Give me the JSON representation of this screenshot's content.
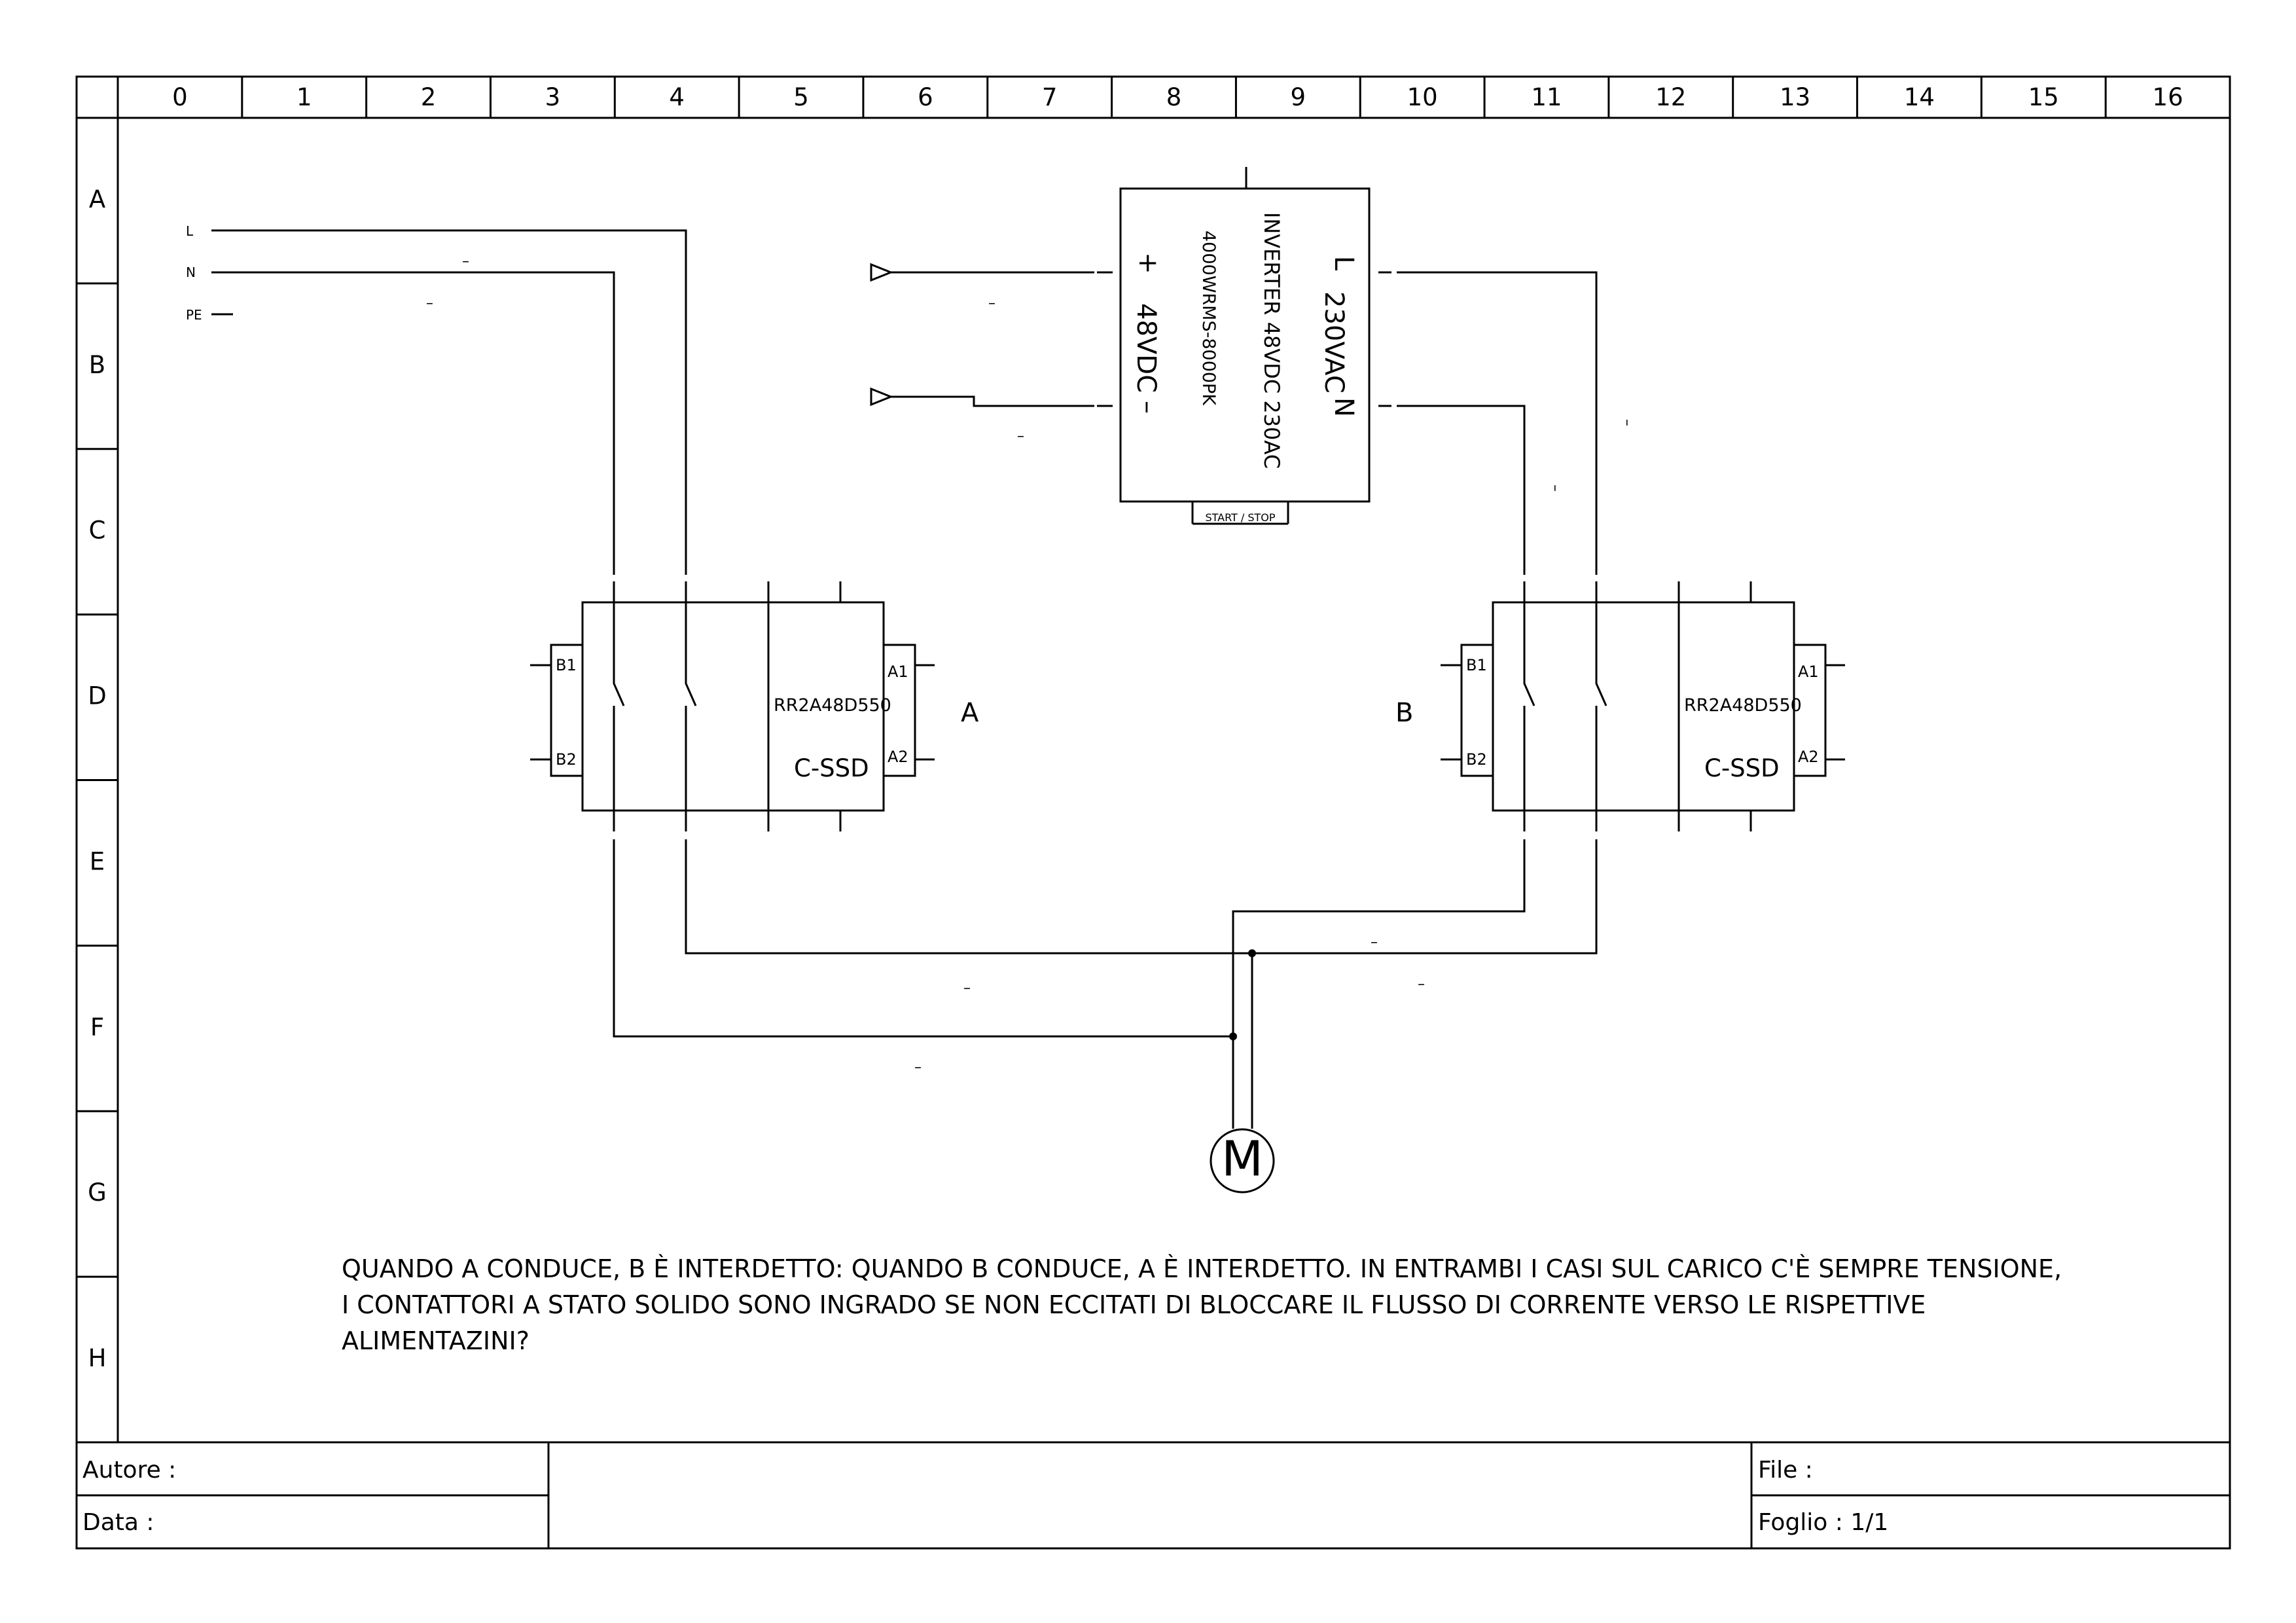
{
  "sheet": {
    "columns": [
      "0",
      "1",
      "2",
      "3",
      "4",
      "5",
      "6",
      "7",
      "8",
      "9",
      "10",
      "11",
      "12",
      "13",
      "14",
      "15",
      "16"
    ],
    "rows": [
      "A",
      "B",
      "C",
      "D",
      "E",
      "F",
      "G",
      "H"
    ]
  },
  "mains": {
    "labels": [
      "L",
      "N",
      "PE"
    ]
  },
  "inverter": {
    "model_line": "4000WRMS-8000PK",
    "title_line": "INVERTER 48VDC 230AC",
    "dc_plus": "+",
    "dc_minus": "–",
    "dc_label": "48VDC",
    "ac_l": "L",
    "ac_n": "N",
    "ac_label": "230VAC",
    "start_stop": "START / STOP"
  },
  "ssr_a": {
    "model": "RR2A48D550",
    "name": "C-SSD",
    "tag": "A",
    "b1": "B1",
    "b2": "B2",
    "a1": "A1",
    "a2": "A2"
  },
  "ssr_b": {
    "model": "RR2A48D550",
    "name": "C-SSD",
    "tag": "B",
    "b1": "B1",
    "b2": "B2",
    "a1": "A1",
    "a2": "A2"
  },
  "motor": {
    "label": "M"
  },
  "wire_mark": "–",
  "wire_mark_v": "–",
  "note": {
    "line1": "QUANDO A CONDUCE, B È INTERDETTO: QUANDO B CONDUCE, A È INTERDETTO. IN ENTRAMBI I CASI SUL CARICO C'È SEMPRE TENSIONE,",
    "line2": "I CONTATTORI A STATO SOLIDO SONO INGRADO SE NON ECCITATI DI BLOCCARE IL FLUSSO DI CORRENTE VERSO LE RISPETTIVE",
    "line3": "ALIMENTAZINI?"
  },
  "title_block": {
    "author": "Autore :",
    "date": "Data :",
    "file": "File :",
    "sheet": "Foglio : 1/1"
  }
}
